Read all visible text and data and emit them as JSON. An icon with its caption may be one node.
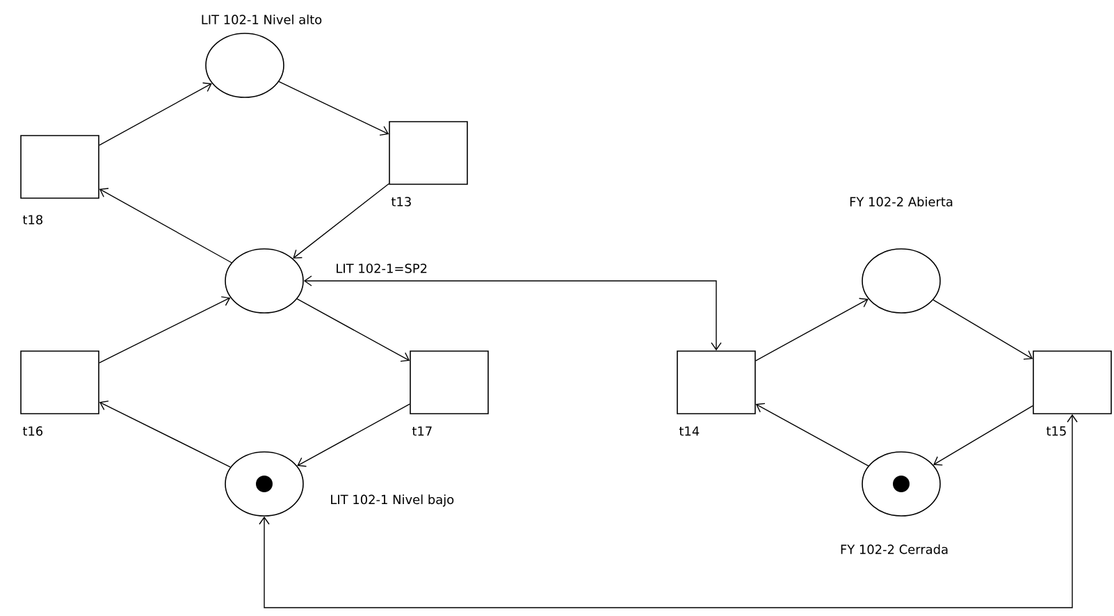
{
  "diagram": {
    "nodes": [
      {
        "text": [],
        "shape": "circle",
        "beside": [
          "LIT 102-1 Nivel alto"
        ]
      },
      {
        "text": [],
        "shape": "box",
        "beside": [
          "t18"
        ]
      },
      {
        "text": [],
        "shape": "box",
        "beside": [
          "t13"
        ]
      },
      {
        "text": [],
        "shape": "circle",
        "beside": [
          "LIT 102-1=SP2"
        ]
      },
      {
        "text": [],
        "shape": "box",
        "beside": [
          "t16"
        ]
      },
      {
        "text": [],
        "shape": "box",
        "beside": [
          "t17"
        ]
      },
      {
        "text": [],
        "shape": "circle",
        "beside": [
          "LIT 102-1 Nivel bajo"
        ]
      },
      {
        "text": [],
        "shape": "dot",
        "in": 6
      },
      {
        "text": [],
        "shape": "box",
        "beside": [
          "t14"
        ]
      },
      {
        "text": [],
        "shape": "circle",
        "beside": [
          "FY 102-2 Abierta"
        ]
      },
      {
        "text": [],
        "shape": "box",
        "beside": [
          "t15"
        ]
      },
      {
        "text": [],
        "shape": "circle",
        "beside": [
          "FY 102-2 Cerrada"
        ]
      },
      {
        "text": [],
        "shape": "dot",
        "in": 11
      }
    ],
    "edges": [
      {
        "from": 1,
        "to": 0,
        "arrow": "to"
      },
      {
        "from": 0,
        "to": 2,
        "arrow": "to"
      },
      {
        "from": 2,
        "to": 3,
        "arrow": "to"
      },
      {
        "from": 3,
        "to": 1,
        "arrow": "to"
      },
      {
        "from": 4,
        "to": 3,
        "arrow": "to"
      },
      {
        "from": 3,
        "to": 5,
        "arrow": "to"
      },
      {
        "from": 5,
        "to": 6,
        "arrow": "to"
      },
      {
        "from": 6,
        "to": 4,
        "arrow": "to"
      },
      {
        "from": 3,
        "to": 8,
        "arrow": "both"
      },
      {
        "from": 8,
        "to": 9,
        "arrow": "to"
      },
      {
        "from": 9,
        "to": 10,
        "arrow": "to"
      },
      {
        "from": 10,
        "to": 11,
        "arrow": "to"
      },
      {
        "from": 11,
        "to": 8,
        "arrow": "to"
      },
      {
        "from": 10,
        "to": 6,
        "arrow": "both"
      }
    ]
  }
}
